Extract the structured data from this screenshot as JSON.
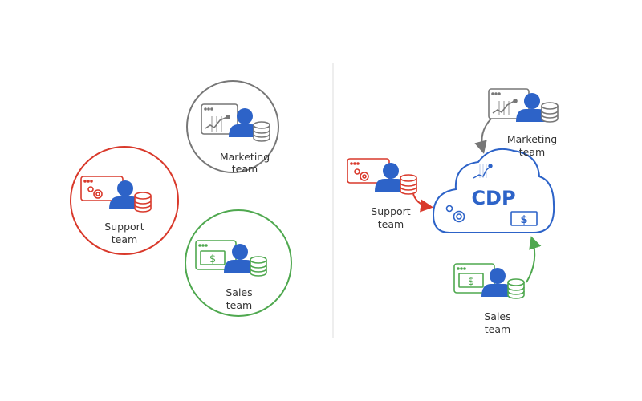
{
  "colors": {
    "marketing": "#777777",
    "support": "#d9392b",
    "sales": "#4fa84f",
    "person": "#2d63c8",
    "cdp": "#2d63c8",
    "divider": "#dddddd",
    "text": "#333333"
  },
  "left_panel": {
    "groups": [
      {
        "id": "marketing",
        "line1": "Marketing",
        "line2": "team",
        "icon": "chart-dashboard-icon"
      },
      {
        "id": "support",
        "line1": "Support",
        "line2": "team",
        "icon": "gears-dashboard-icon"
      },
      {
        "id": "sales",
        "line1": "Sales",
        "line2": "team",
        "icon": "dollar-dashboard-icon"
      }
    ]
  },
  "right_panel": {
    "hub": {
      "label": "CDP",
      "icon": "cloud-icon"
    },
    "groups": [
      {
        "id": "marketing",
        "line1": "Marketing",
        "line2": "team"
      },
      {
        "id": "support",
        "line1": "Support",
        "line2": "team"
      },
      {
        "id": "sales",
        "line1": "Sales",
        "line2": "team"
      }
    ]
  }
}
